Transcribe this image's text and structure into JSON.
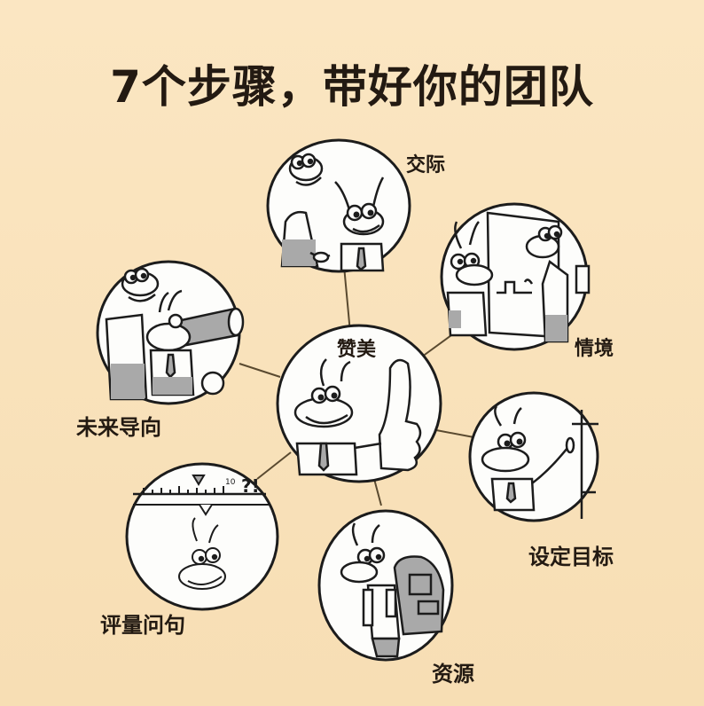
{
  "title": "7个步骤，带好你的团队",
  "colors": {
    "background": "#f8e3bc",
    "ink": "#231a12",
    "circle_fill": "#fdfdfb",
    "shade": "#a9a9a9",
    "connector": "#5a4a30"
  },
  "hub": {
    "label": "赞美",
    "scene": "thumbs-up"
  },
  "steps": [
    {
      "id": "social",
      "label": "交际",
      "scene": "handshake"
    },
    {
      "id": "context",
      "label": "情境",
      "scene": "whiteboard-conversation"
    },
    {
      "id": "goal",
      "label": "设定目标",
      "scene": "pointing-at-board"
    },
    {
      "id": "resources",
      "label": "资源",
      "scene": "backpack"
    },
    {
      "id": "scaling",
      "label": "评量问句",
      "scene": "scale-ruler",
      "ruler_mark": "10",
      "ruler_symbol": "?!"
    },
    {
      "id": "future",
      "label": "未来导向",
      "scene": "telescope"
    }
  ]
}
